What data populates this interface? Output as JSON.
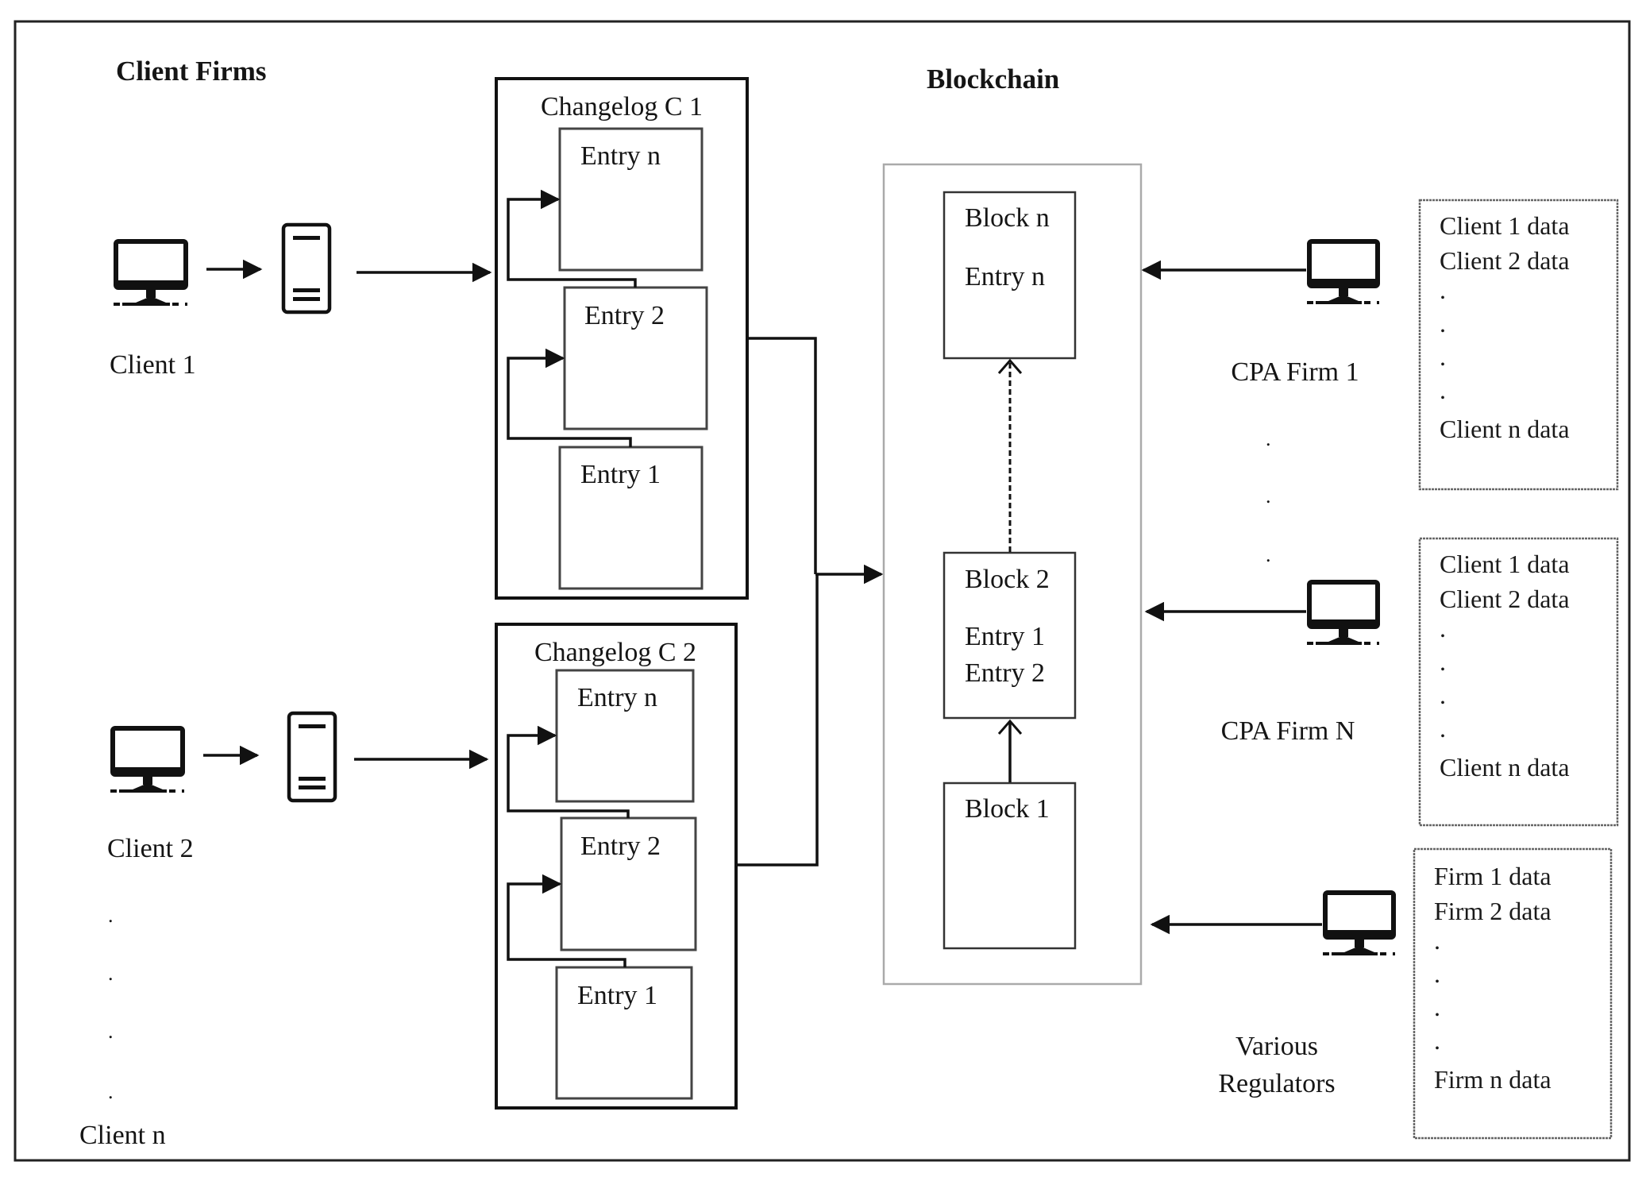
{
  "headings": {
    "client_firms": "Client Firms",
    "blockchain": "Blockchain"
  },
  "clients": [
    {
      "label": "Client 1"
    },
    {
      "label": "Client 2"
    },
    {
      "label": "Client n"
    }
  ],
  "client_ellipsis": ".",
  "changelogs": [
    {
      "title": "Changelog C 1",
      "entries": [
        "Entry n",
        "Entry 2",
        "Entry 1"
      ]
    },
    {
      "title": "Changelog C 2",
      "entries": [
        "Entry n",
        "Entry 2",
        "Entry 1"
      ]
    }
  ],
  "blocks": [
    {
      "title": "Block n",
      "lines": [
        "Entry n"
      ]
    },
    {
      "title": "Block 2",
      "lines": [
        "Entry 1",
        "Entry 2"
      ]
    },
    {
      "title": "Block 1",
      "lines": []
    }
  ],
  "consumers": [
    {
      "label": "CPA Firm 1",
      "data": [
        "Client 1 data",
        "Client 2 data",
        ".",
        ".",
        ".",
        ".",
        "Client n data"
      ]
    },
    {
      "label": "CPA Firm N",
      "data": [
        "Client 1 data",
        "Client 2 data",
        ".",
        ".",
        ".",
        ".",
        "Client n data"
      ]
    },
    {
      "label_line1": "Various",
      "label_line2": "Regulators",
      "data": [
        "Firm 1 data",
        "Firm 2 data",
        ".",
        ".",
        ".",
        ".",
        "Firm n data"
      ]
    }
  ],
  "consumer_ellipsis": "."
}
